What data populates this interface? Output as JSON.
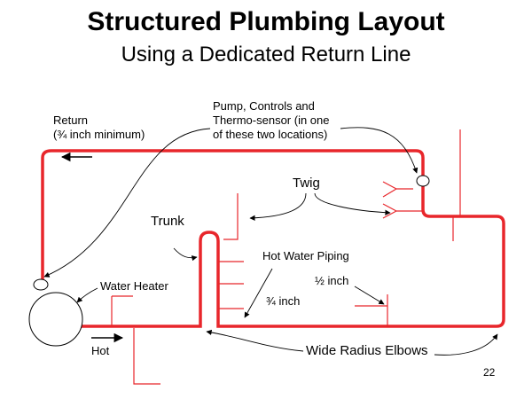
{
  "title": "Structured Plumbing Layout",
  "subtitle": "Using a Dedicated Return Line",
  "labels": {
    "return_line1": "Return",
    "return_line2": "(¾ inch minimum)",
    "pump_line1": "Pump, Controls and",
    "pump_line2": "Thermo-sensor (in one",
    "pump_line3": "of these two locations)",
    "twig": "Twig",
    "trunk": "Trunk",
    "hot_water_piping": "Hot Water Piping",
    "half_inch": "½ inch",
    "three_quarter_inch": "¾ inch",
    "water_heater": "Water Heater",
    "hot": "Hot",
    "wide_radius_elbows": "Wide Radius Elbows"
  },
  "page_number": "22",
  "colors": {
    "pipe": "#e8262b",
    "ink": "#000000"
  }
}
